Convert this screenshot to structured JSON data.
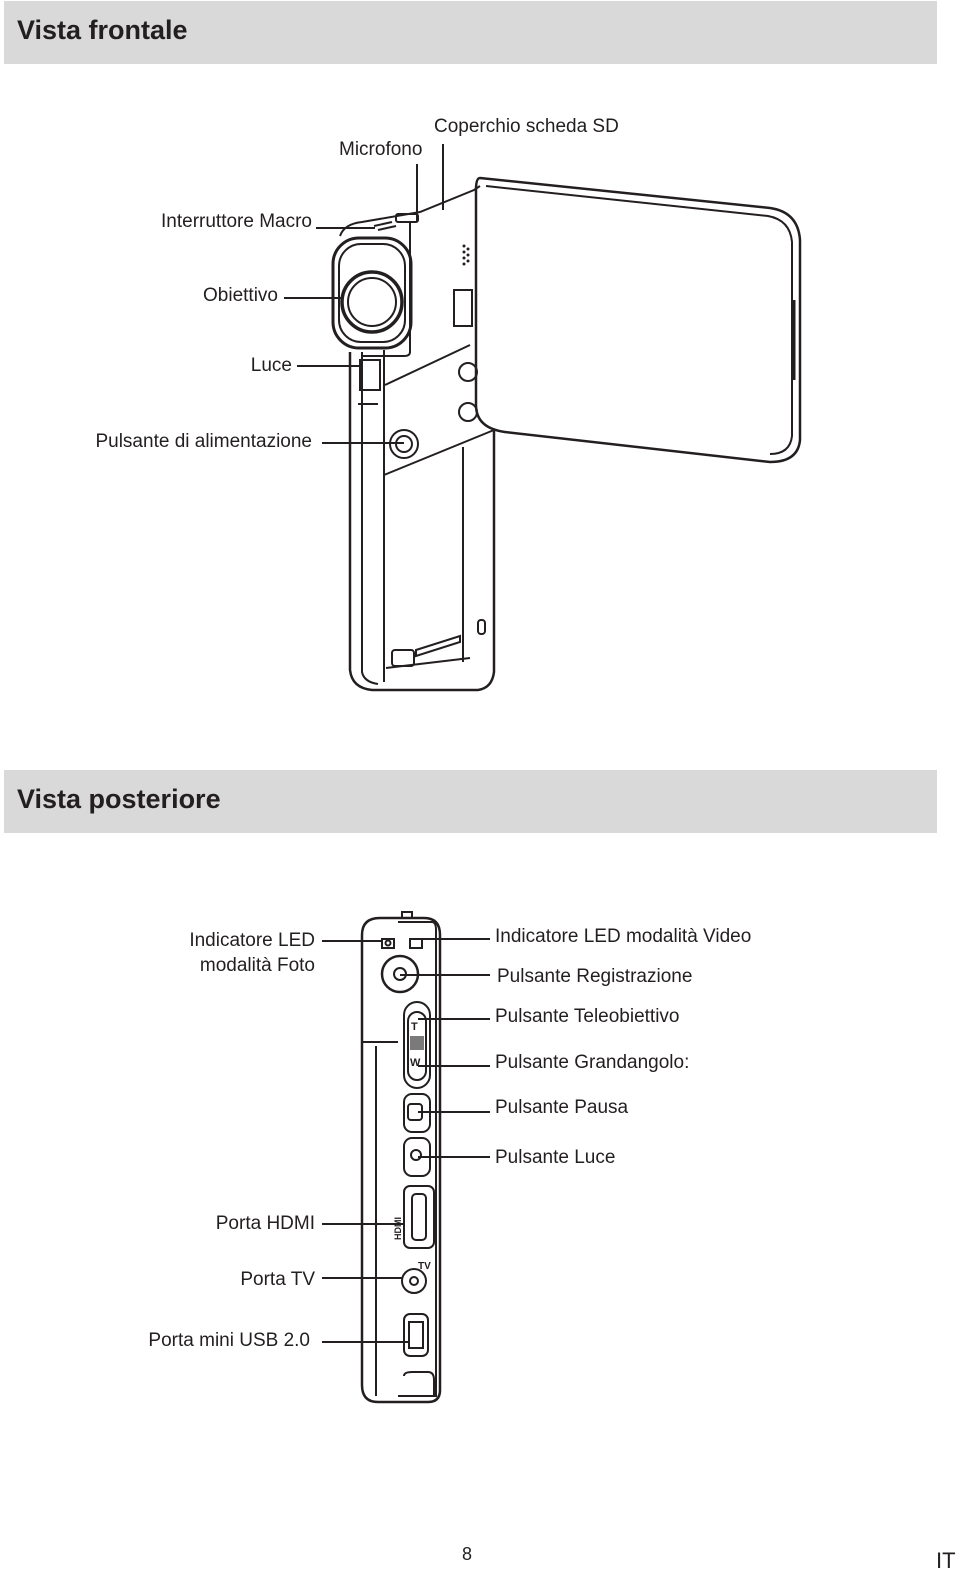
{
  "sections": {
    "front": {
      "title": "Vista frontale"
    },
    "back": {
      "title": "Vista posteriore"
    }
  },
  "front_labels": {
    "sd_cover": "Coperchio scheda SD",
    "microphone": "Microfono",
    "macro_switch": "Interruttore Macro",
    "lens": "Obiettivo",
    "light": "Luce",
    "power_button": "Pulsante di alimentazione"
  },
  "back_labels": {
    "led_photo_line1": "Indicatore LED",
    "led_photo_line2": "modalità Foto",
    "led_video": "Indicatore LED modalità Video",
    "record_button": "Pulsante Registrazione",
    "tele_button": "Pulsante Teleobiettivo",
    "wide_button": "Pulsante Grandangolo:",
    "pause_button": "Pulsante Pausa",
    "light_button": "Pulsante Luce",
    "hdmi_port": "Porta HDMI",
    "tv_port": "Porta TV",
    "usb_port": "Porta mini USB 2.0"
  },
  "device_markings": {
    "zoom_tele": "T",
    "zoom_wide": "W",
    "hdmi": "HDMI",
    "tv": "TV"
  },
  "footer": {
    "page_number": "8",
    "language": "IT"
  }
}
